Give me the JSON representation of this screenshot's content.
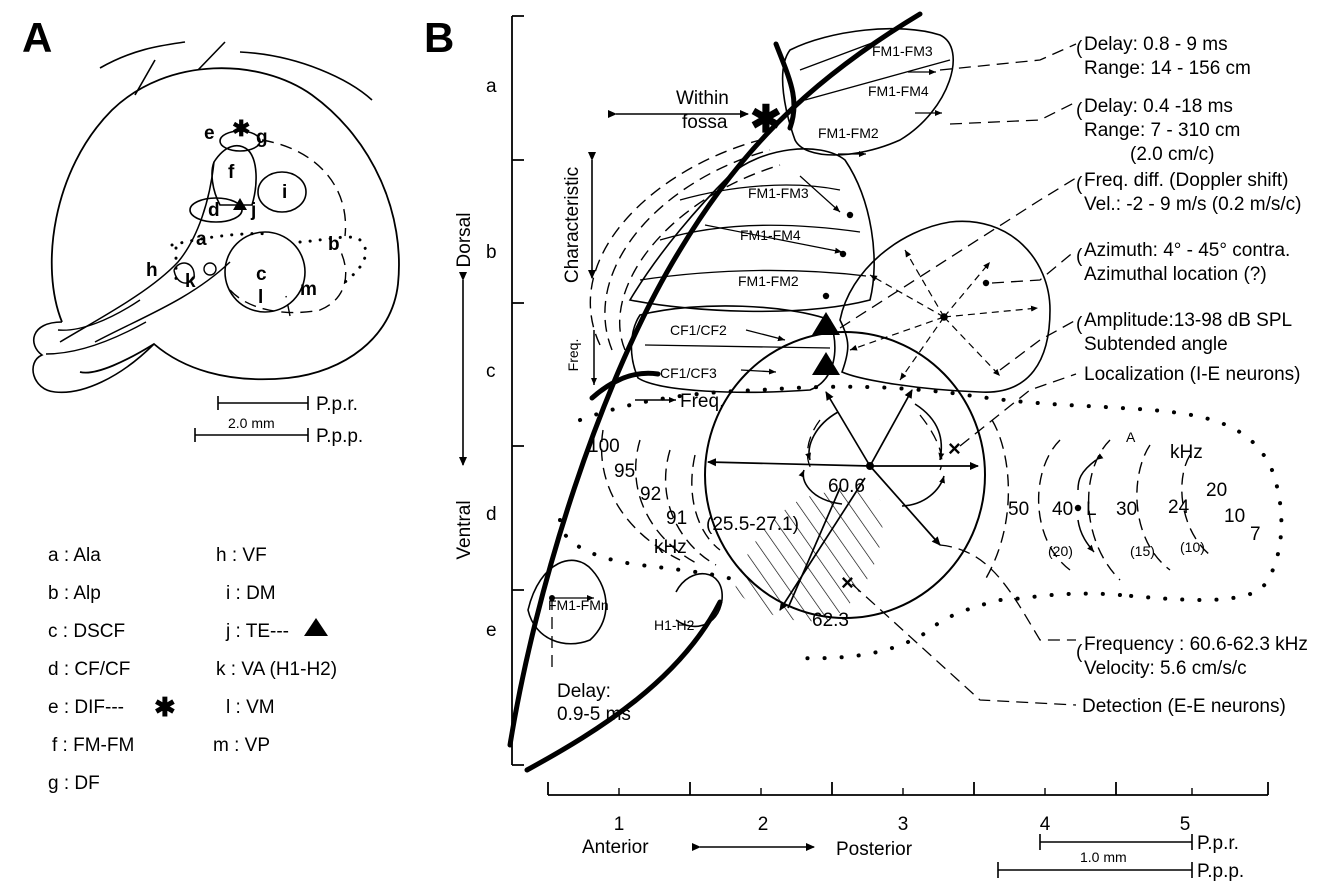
{
  "panel_a": {
    "letter": "A",
    "regions": [
      "a",
      "b",
      "c",
      "d",
      "e",
      "f",
      "g",
      "h",
      "i",
      "j",
      "k",
      "l",
      "m"
    ],
    "scale": {
      "length": "2.0 mm",
      "ppr": "P.p.r.",
      "ppp": "P.p.p."
    },
    "legend_left": [
      {
        "key": "a",
        "name": "Ala"
      },
      {
        "key": "b",
        "name": "Alp"
      },
      {
        "key": "c",
        "name": "DSCF"
      },
      {
        "key": "d",
        "name": "CF/CF"
      },
      {
        "key": "e",
        "name": "DIF---"
      },
      {
        "key": "f",
        "name": "FM-FM"
      },
      {
        "key": "g",
        "name": "DF"
      }
    ],
    "legend_right": [
      {
        "key": "h",
        "name": "VF"
      },
      {
        "key": "i",
        "name": "DM"
      },
      {
        "key": "j",
        "name": "TE---"
      },
      {
        "key": "k",
        "name": "VA (H1-H2)"
      },
      {
        "key": "l",
        "name": "VM"
      },
      {
        "key": "m",
        "name": "VP"
      }
    ]
  },
  "panel_b": {
    "letter": "B",
    "dv_ticks": [
      "a",
      "b",
      "c",
      "d",
      "e"
    ],
    "dorsal": "Dorsal",
    "ventral": "Ventral",
    "ap_ticks": [
      "1",
      "2",
      "3",
      "4",
      "5"
    ],
    "anterior": "Anterior",
    "posterior": "Posterior",
    "scale": {
      "length": "1.0 mm",
      "ppr": "P.p.r.",
      "ppp": "P.p.p."
    },
    "within_fossa": [
      "Within",
      "fossa"
    ],
    "characteristic": "Characteristic",
    "freq_vertical": "Freq.",
    "freq_arrow": "Freq.",
    "fm_top": [
      "FM1-FM3",
      "FM1-FM4",
      "FM1-FM2"
    ],
    "fm_mid": [
      "FM1-FM3",
      "FM1-FM4",
      "FM1-FM2"
    ],
    "cf": [
      "CF1/CF2",
      "CF1/CF3"
    ],
    "fmn": "FM1-FMn",
    "h1h2": "H1-H2",
    "khz_left": "kHz",
    "iso_left": [
      "100",
      "95",
      "92",
      "91"
    ],
    "dscf_center": "60.6",
    "dscf_range": "(25.5-27.1)",
    "dscf_bottom": "62.3",
    "iso_right": [
      "50",
      "40",
      "L",
      "30",
      "24",
      "20",
      "10",
      "7"
    ],
    "iso_right_sub": [
      "(20)",
      "(15)",
      "(10)"
    ],
    "khz_right": "kHz",
    "a_marker": "A",
    "delay_bottom": [
      "Delay:",
      "0.9-5 ms"
    ],
    "annotations": [
      [
        "Delay: 0.8 - 9 ms",
        "Range: 14 - 156 cm"
      ],
      [
        "Delay: 0.4 -18 ms",
        "Range: 7 - 310 cm",
        "(2.0 cm/c)"
      ],
      [
        "Freq. diff. (Doppler shift)",
        "Vel.: -2 - 9 m/s (0.2 m/s/c)"
      ],
      [
        "Azimuth: 4° - 45° contra.",
        "Azimuthal location (?)"
      ],
      [
        "Amplitude:13-98 dB SPL",
        "Subtended angle"
      ],
      [
        "Localization (I-E neurons)"
      ],
      [
        "Frequency : 60.6-62.3 kHz",
        "Velocity: 5.6 cm/s/c"
      ],
      [
        "Detection (E-E neurons)"
      ]
    ]
  }
}
